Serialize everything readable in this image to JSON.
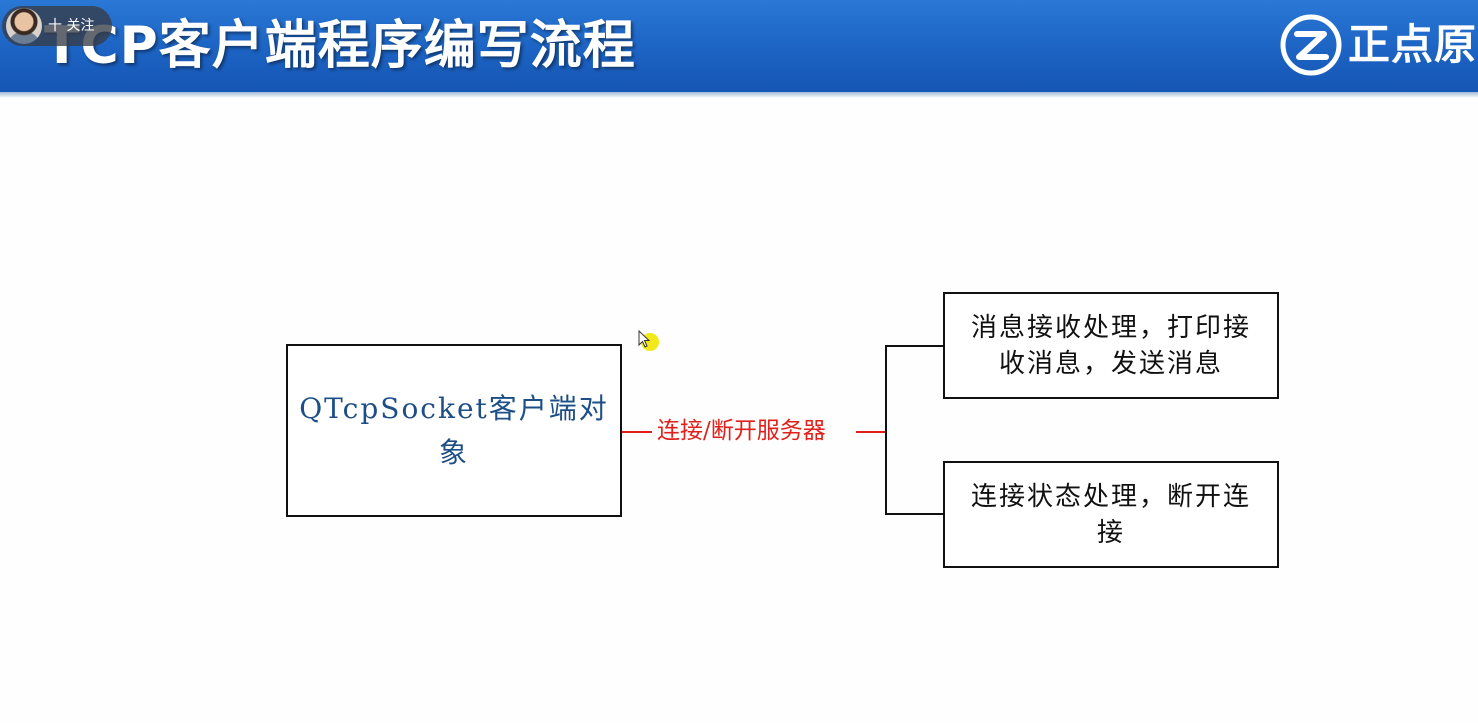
{
  "header": {
    "title": "TCP客户端程序编写流程",
    "brand_name": "正点原",
    "brand_icon": "brand-logo-icon",
    "follow_label": "十 关注",
    "colors": {
      "banner": "#1c63c3",
      "title_text": "#ffffff"
    }
  },
  "diagram": {
    "main_node": {
      "label": "QTcpSocket客户端对象",
      "color": "#1d4f86"
    },
    "edge": {
      "label": "连接/断开服务器",
      "color": "#e0201a"
    },
    "branches": [
      {
        "label": "消息接收处理，打印接收消息，发送消息"
      },
      {
        "label": "连接状态处理，断开连接"
      }
    ]
  },
  "overlay": {
    "cursor_icon": "mouse-pointer-icon",
    "highlight_color": "#f2e600"
  }
}
